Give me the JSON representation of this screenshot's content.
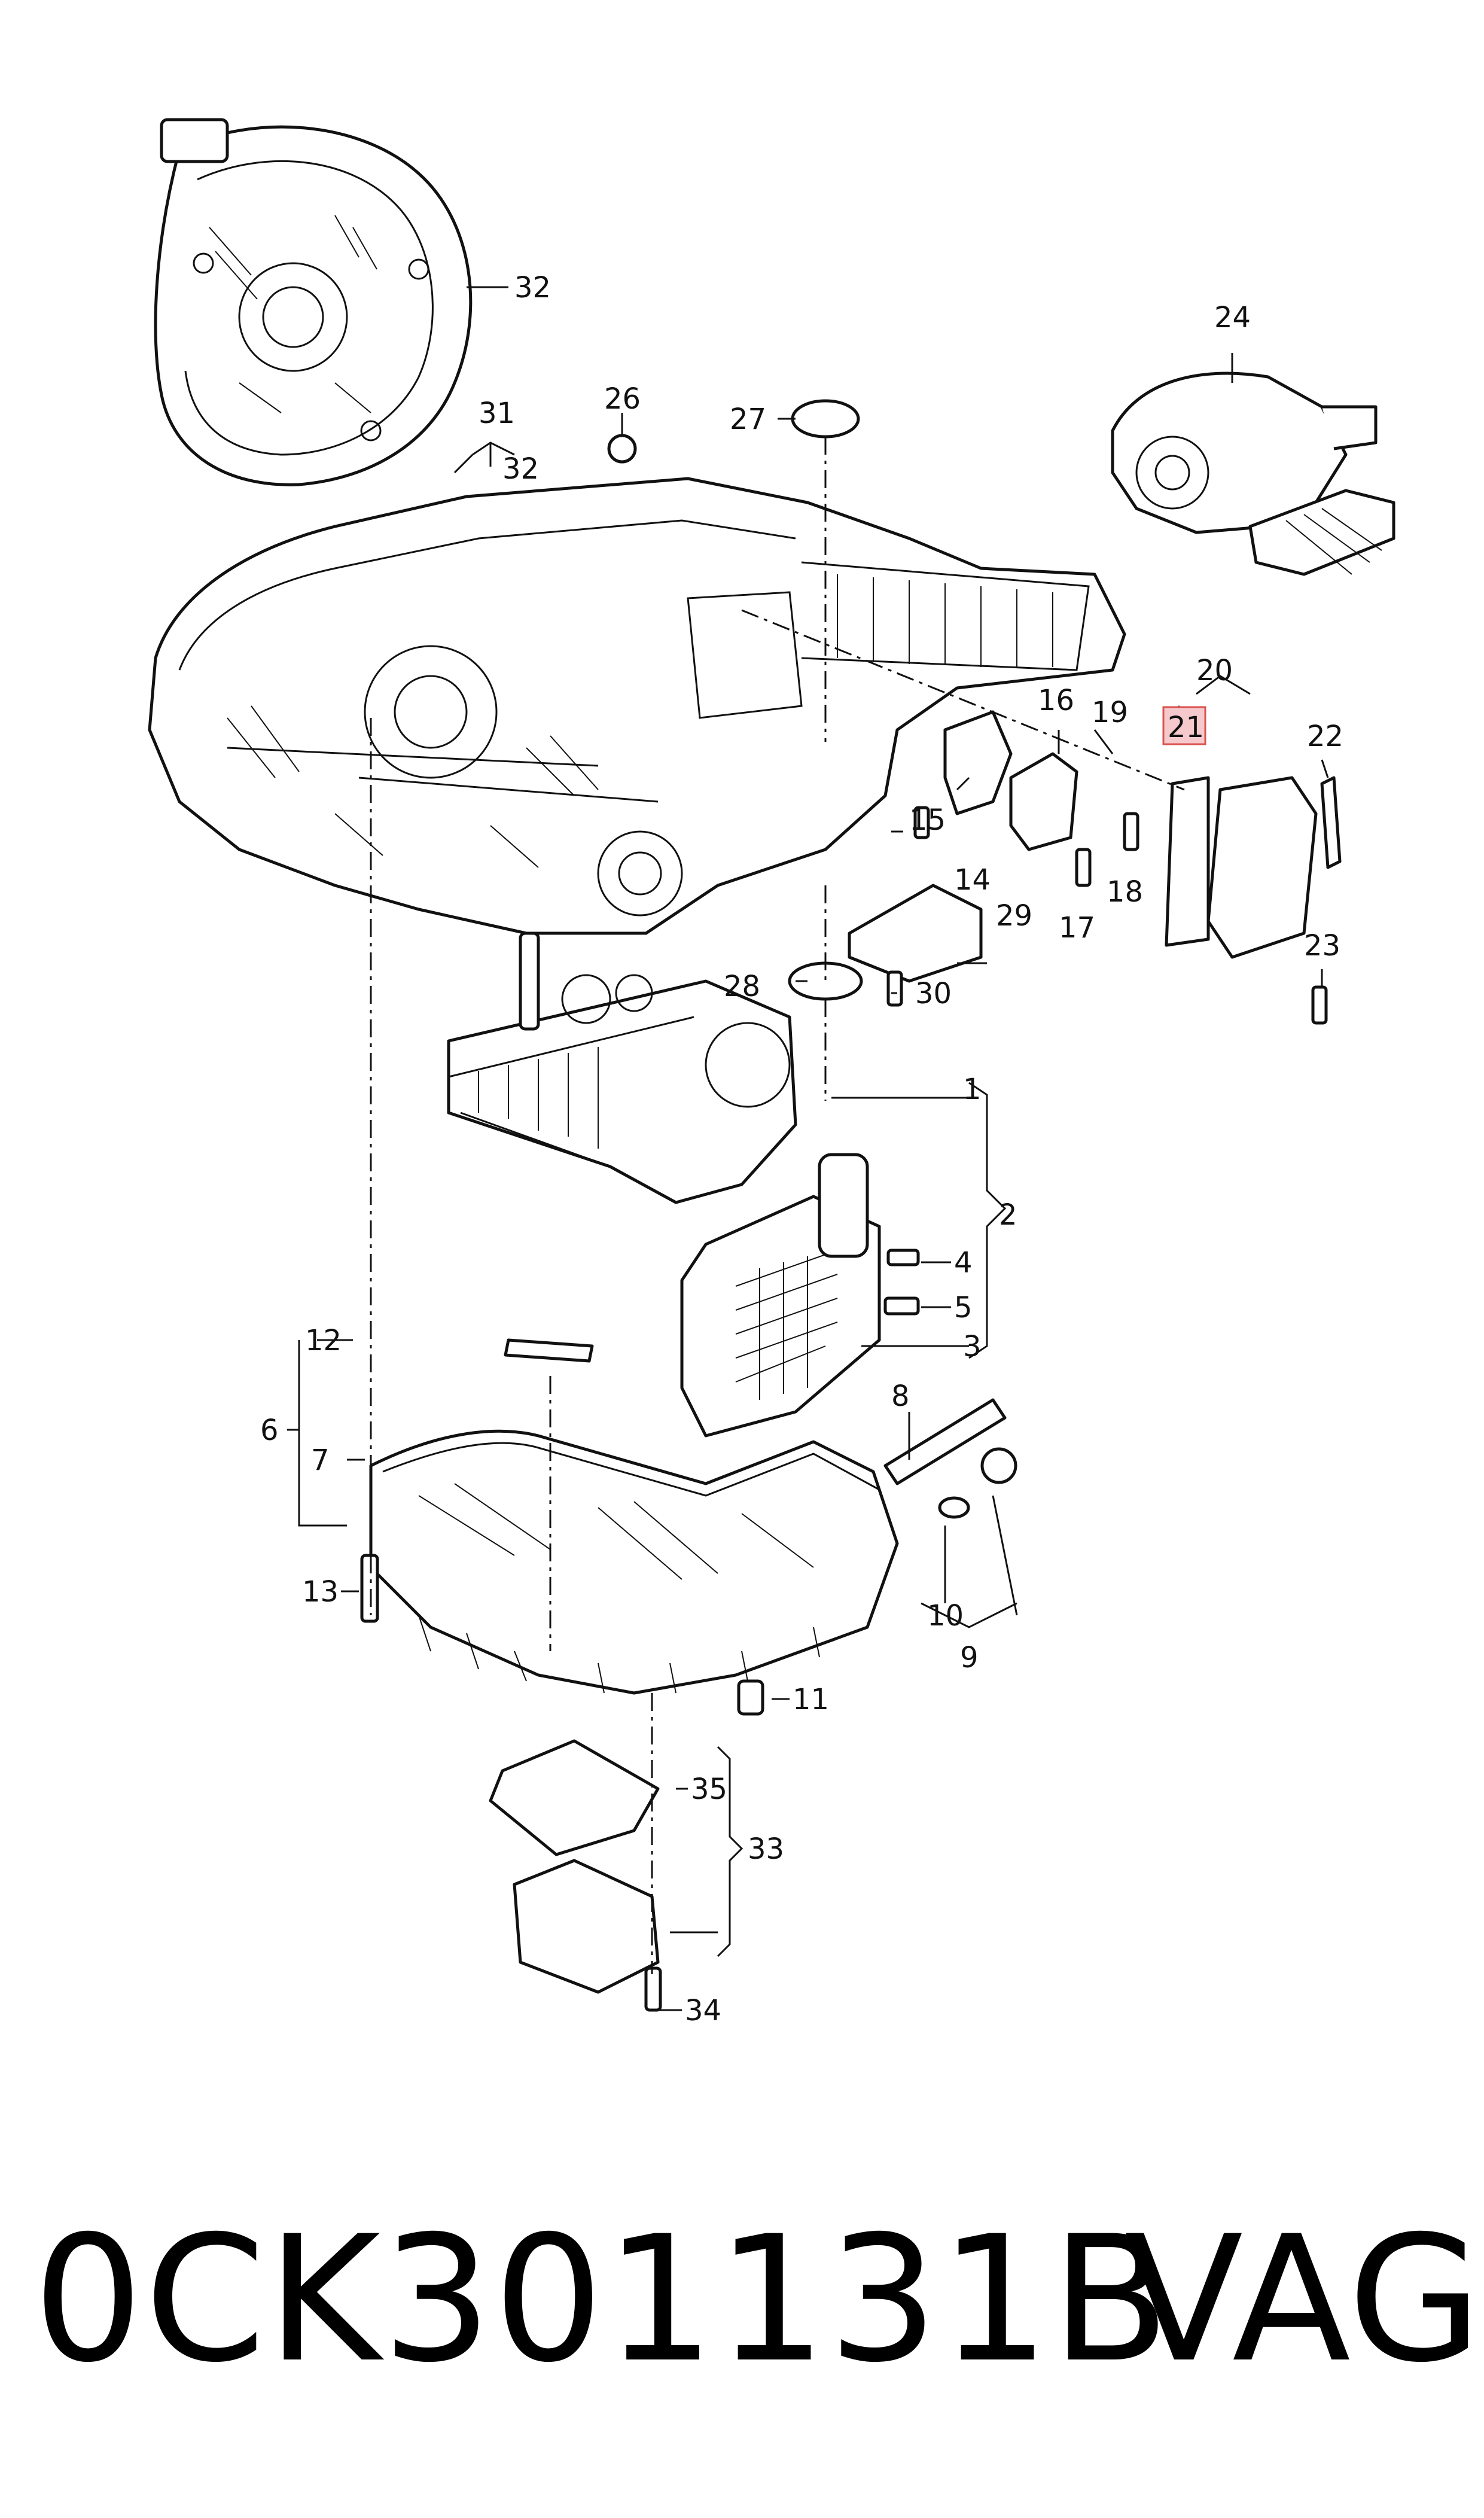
{
  "parts": {
    "p1": "1",
    "p2": "2",
    "p3": "3",
    "p4": "4",
    "p5": "5",
    "p6": "6",
    "p7": "7",
    "p8": "8",
    "p9": "9",
    "p10": "10",
    "p11": "11",
    "p12": "12",
    "p13": "13",
    "p14": "14",
    "p15": "15",
    "p16": "16",
    "p17": "17",
    "p18": "18",
    "p19": "19",
    "p20": "20",
    "p21": "21",
    "p22": "22",
    "p23": "23",
    "p24": "24",
    "p26": "26",
    "p27": "27",
    "p28": "28",
    "p29": "29",
    "p30": "30",
    "p31": "31",
    "p32a": "32",
    "p32b": "32",
    "p33": "33",
    "p34": "34",
    "p35": "35"
  },
  "highlight_color": "#f6c9cc",
  "highlight_border": "#d9534f",
  "caption": {
    "part_number": "0CK301131B",
    "brand": "VAG"
  }
}
